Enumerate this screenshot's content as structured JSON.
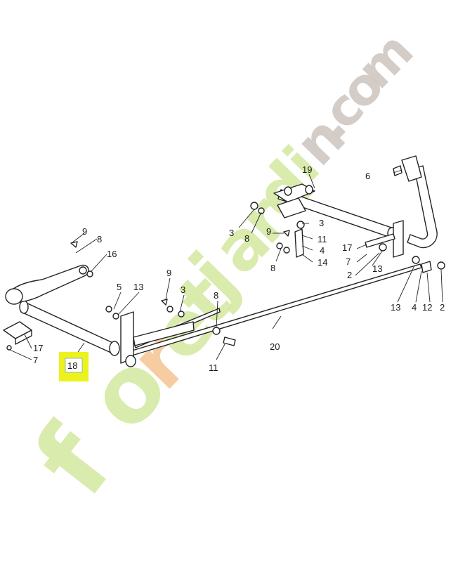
{
  "watermark": {
    "text": "foretjardin.com",
    "colors": {
      "green": "#d6e9a6",
      "orange": "#f6c89a",
      "grey": "#cfc7c2"
    }
  },
  "highlight": {
    "label": "18",
    "color": "#ecf21d"
  },
  "labels": [
    {
      "id": "p19",
      "text": "19"
    },
    {
      "id": "p6",
      "text": "6"
    },
    {
      "id": "p3a",
      "text": "3"
    },
    {
      "id": "p8a",
      "text": "8"
    },
    {
      "id": "p3b",
      "text": "3"
    },
    {
      "id": "p11a",
      "text": "11"
    },
    {
      "id": "p9a",
      "text": "9"
    },
    {
      "id": "p4a",
      "text": "4"
    },
    {
      "id": "p14",
      "text": "14"
    },
    {
      "id": "p8b",
      "text": "8"
    },
    {
      "id": "p17a",
      "text": "17"
    },
    {
      "id": "p7a",
      "text": "7"
    },
    {
      "id": "p13a",
      "text": "13"
    },
    {
      "id": "p2a",
      "text": "2"
    },
    {
      "id": "p13b",
      "text": "13"
    },
    {
      "id": "p4b",
      "text": "4"
    },
    {
      "id": "p12",
      "text": "12"
    },
    {
      "id": "p2b",
      "text": "2"
    },
    {
      "id": "p9b",
      "text": "9"
    },
    {
      "id": "p8c",
      "text": "8"
    },
    {
      "id": "p16",
      "text": "16"
    },
    {
      "id": "p9c",
      "text": "9"
    },
    {
      "id": "p5",
      "text": "5"
    },
    {
      "id": "p13c",
      "text": "13"
    },
    {
      "id": "p3c",
      "text": "3"
    },
    {
      "id": "p8d",
      "text": "8"
    },
    {
      "id": "p20",
      "text": "20"
    },
    {
      "id": "p11b",
      "text": "11"
    },
    {
      "id": "p17b",
      "text": "17"
    },
    {
      "id": "p7b",
      "text": "7"
    }
  ]
}
